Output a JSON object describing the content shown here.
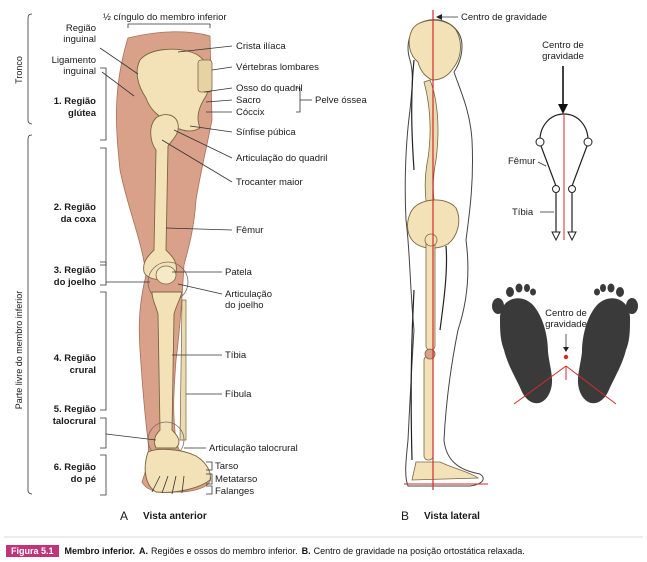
{
  "colors": {
    "bone": "#f3e2b8",
    "bone_outline": "#7a6640",
    "skin": "#d49a82",
    "skin_light": "#e8b8a0",
    "red_line": "#d42a2a",
    "footprint": "#3a3a3a",
    "caption_badge": "#c0357a"
  },
  "panel_a": {
    "tag": "A",
    "view": "Vista anterior",
    "top_label": "½ cíngulo do membro inferior",
    "vertical_tronco": "Tronco",
    "vertical_parte_livre": "Parte livre do membro inferior",
    "regions": [
      {
        "text": "Região inguinal",
        "line1": "Região",
        "line2": "inguinal"
      },
      {
        "text": "Ligamento inguinal",
        "line1": "Ligamento",
        "line2": "inguinal"
      },
      {
        "text": "1. Região glútea",
        "line1": "1. Região",
        "line2": "glútea"
      },
      {
        "text": "2. Região da coxa",
        "line1": "2. Região",
        "line2": "da coxa"
      },
      {
        "text": "3. Região do joelho",
        "line1": "3. Região",
        "line2": "do joelho"
      },
      {
        "text": "4. Região crural",
        "line1": "4. Região",
        "line2": "crural"
      },
      {
        "text": "5. Região talocrural",
        "line1": "5. Região",
        "line2": "talocrural"
      },
      {
        "text": "6. Região do pé",
        "line1": "6. Região",
        "line2": "do pé"
      }
    ],
    "right_labels": {
      "crista_iliaca": "Crista ilíaca",
      "vertebras_lombares": "Vértebras lombares",
      "osso_do_quadril": "Osso do quadril",
      "sacro": "Sacro",
      "coccix": "Cóccix",
      "pelve_ossea": "Pelve óssea",
      "sinfise_pubica": "Sínfise púbica",
      "articulacao_quadril": "Articulação do quadril",
      "trocanter_maior": "Trocanter maior",
      "femur": "Fêmur",
      "patela": "Patela",
      "articulacao_joelho_1": "Articulação",
      "articulacao_joelho_2": "do joelho",
      "tibia": "Tíbia",
      "fibula": "Fíbula",
      "articulacao_talocrural": "Articulação talocrural",
      "tarso": "Tarso",
      "metatarso": "Metatarso",
      "falanges": "Falanges"
    }
  },
  "panel_b": {
    "tag": "B",
    "view": "Vista lateral",
    "centro_gravidade_top": "Centro de gravidade",
    "inset_centro_1": "Centro de",
    "inset_centro_2": "gravidade",
    "inset_femur": "Fêmur",
    "inset_tibia": "Tíbia",
    "foot_centro_1": "Centro de",
    "foot_centro_2": "gravidade"
  },
  "caption": {
    "figure": "Figura 5.1",
    "title": "Membro inferior.",
    "a_tag": "A.",
    "a_text": "Regiões e ossos do membro inferior.",
    "b_tag": "B.",
    "b_text": "Centro de gravidade na posição ortostática relaxada."
  }
}
